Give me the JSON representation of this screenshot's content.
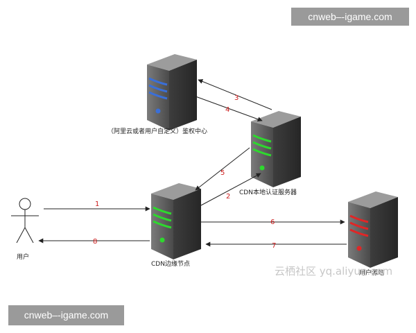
{
  "watermarks": {
    "top": "cnweb–-igame.com",
    "bottom": "cnweb–-igame.com"
  },
  "labels": {
    "auth_center": "（阿里云或者用户自定义）鉴权中心",
    "local_auth": "CDN本地认证服务器",
    "edge_node": "CDN边缘节点",
    "user": "用户",
    "origin": "用户源站",
    "community_watermark": "云栖社区 yq.aliyun.com"
  },
  "steps": [
    "1",
    "2",
    "3",
    "4",
    "5",
    "6",
    "7",
    "8"
  ],
  "colors": {
    "blue": "#3a6fd8",
    "green": "#2ed82e",
    "red": "#e02626",
    "step": "#cc1a1a"
  }
}
